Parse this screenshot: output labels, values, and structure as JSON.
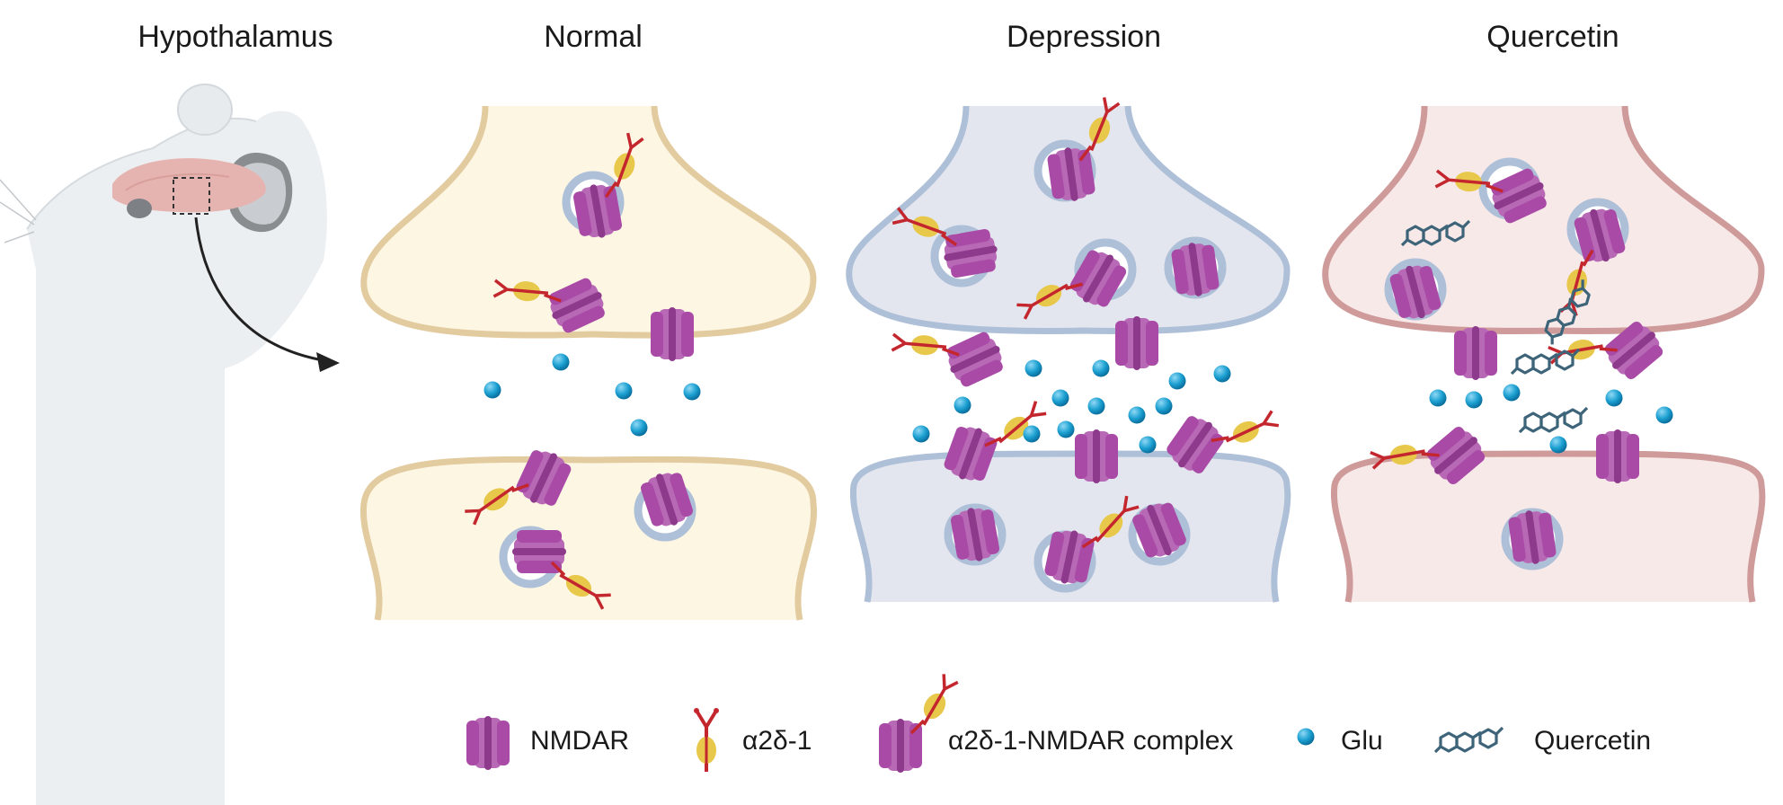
{
  "titles": {
    "hypothalamus": "Hypothalamus",
    "normal": "Normal",
    "depression": "Depression",
    "quercetin": "Quercetin"
  },
  "legend": {
    "nmdar": "NMDAR",
    "a2d1": "α2δ-1",
    "complex": "α2δ-1-NMDAR complex",
    "glu": "Glu",
    "quercetin": "Quercetin"
  },
  "colors": {
    "normal_fill": "#fdf6e3",
    "normal_stroke": "#e3cba0",
    "depression_fill": "#e3e6ee",
    "depression_stroke": "#aebfd8",
    "quercetin_fill": "#f8e9e9",
    "quercetin_stroke": "#cf9a9a",
    "nmdar": "#a94ba6",
    "a2d1_body": "#e8c84a",
    "a2d1_line": "#c4262e",
    "glu": "#1a9fd0",
    "quercetin_molecule": "#3d6478"
  }
}
